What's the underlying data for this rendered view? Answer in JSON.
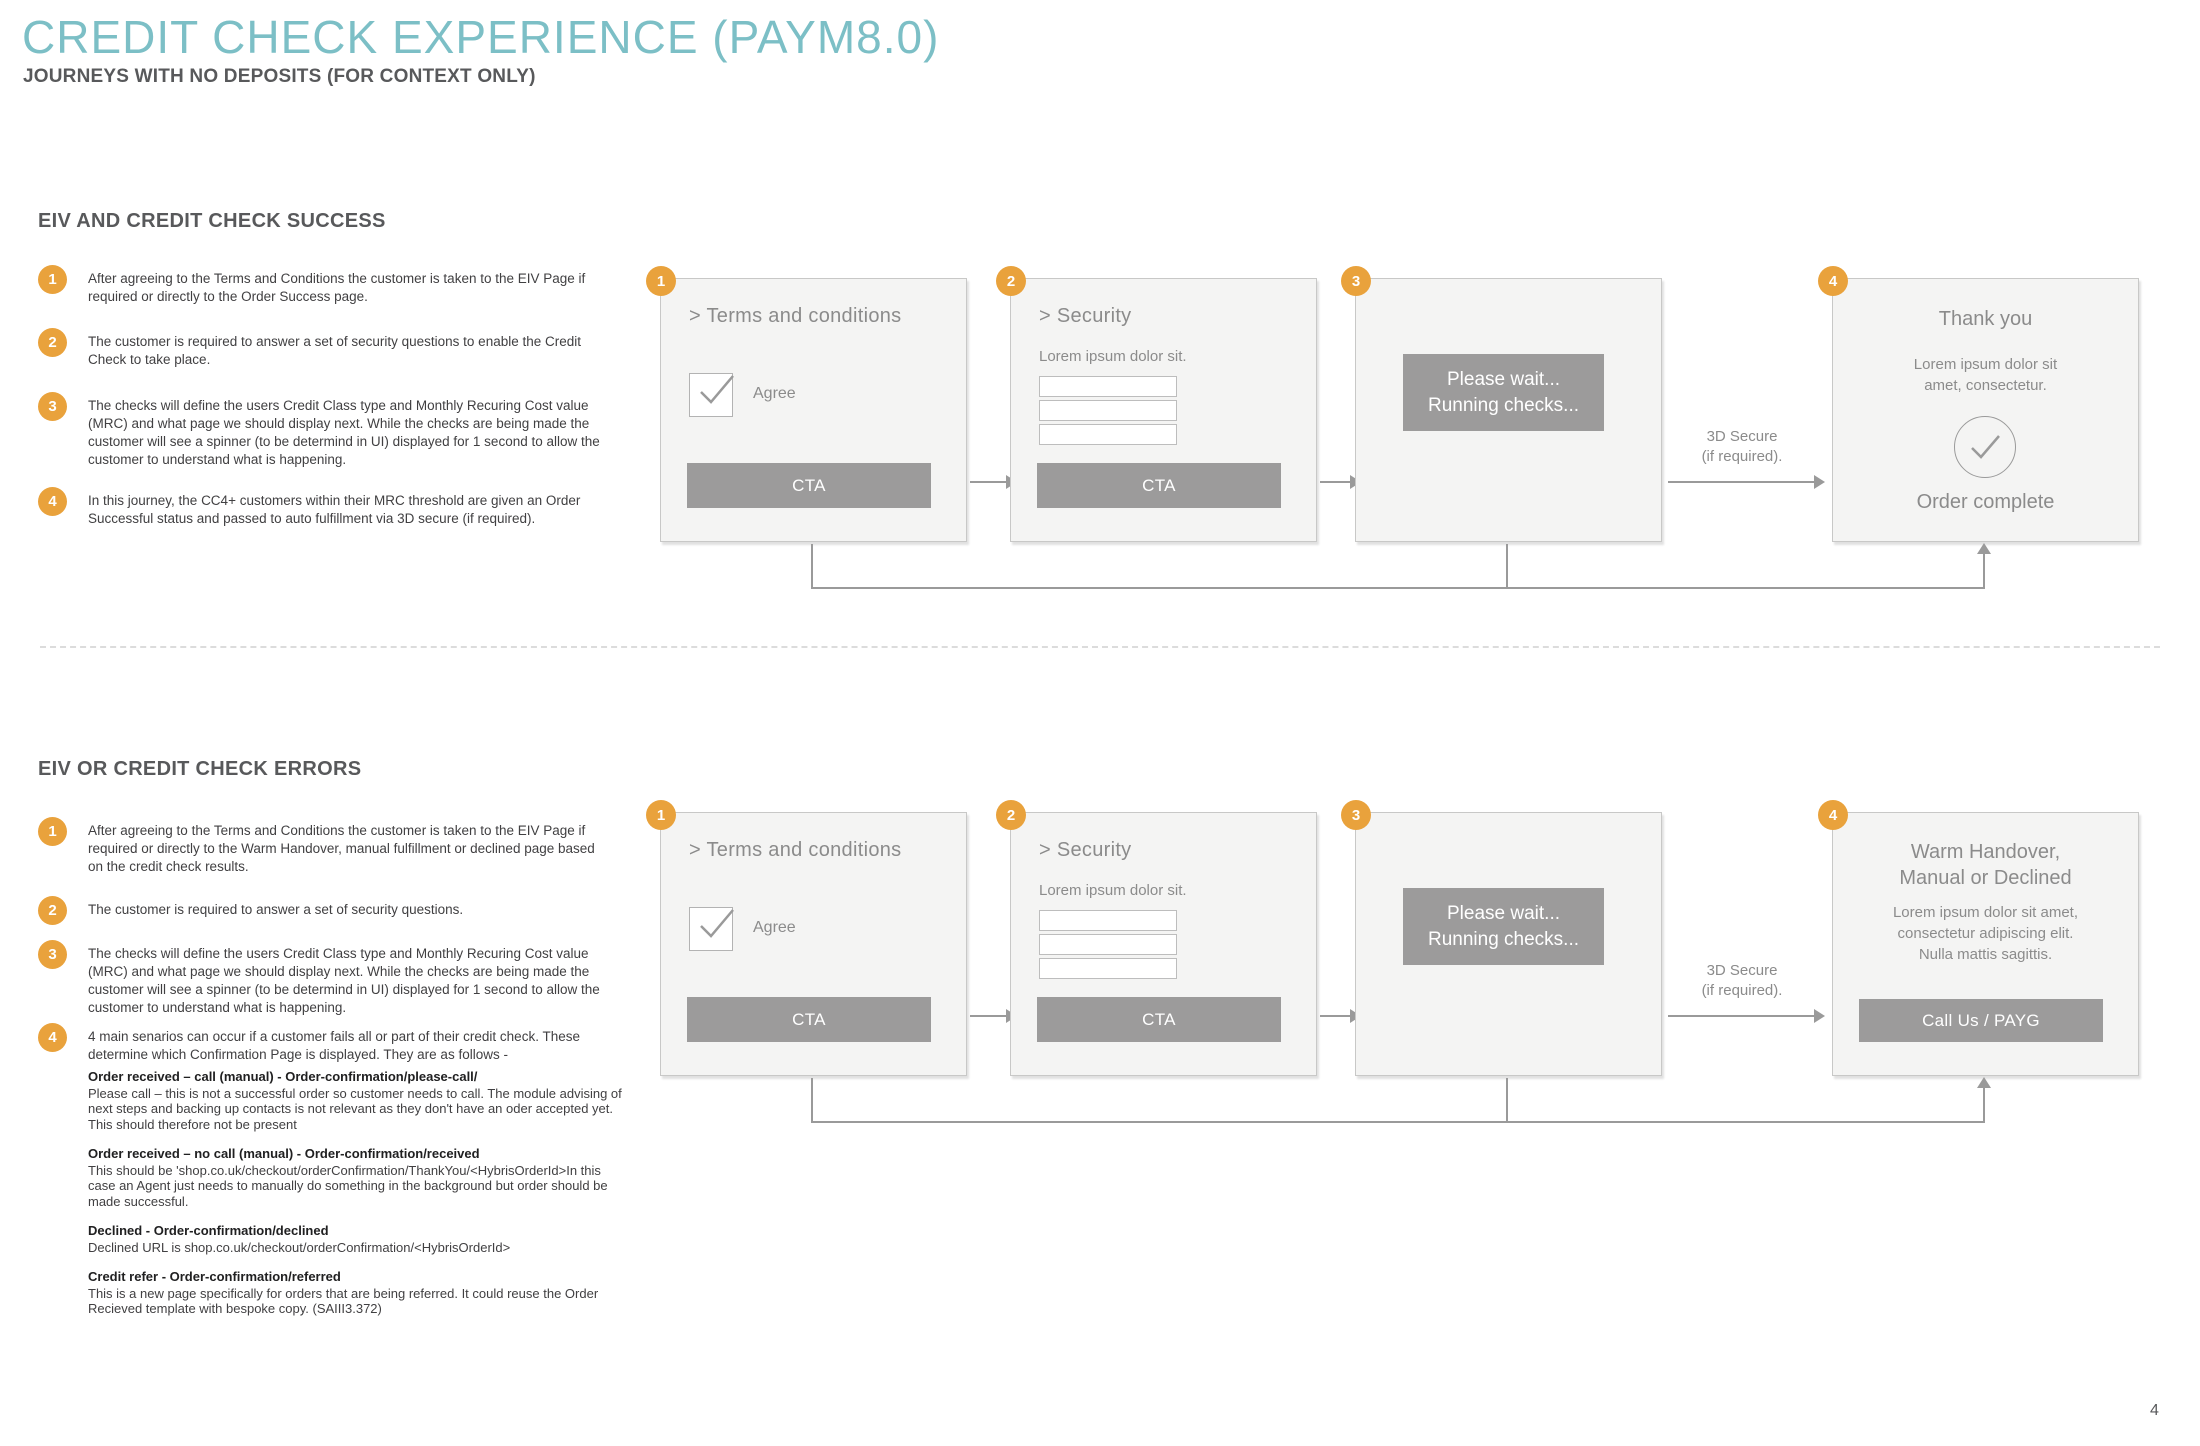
{
  "header": {
    "title": "CREDIT CHECK EXPERIENCE (PAYM8.0)",
    "subtitle": "JOURNEYS WITH NO DEPOSITS (FOR CONTEXT ONLY)"
  },
  "footer": {
    "page_number": "4"
  },
  "colors": {
    "accent_teal": "#7cbfc6",
    "badge_orange": "#e9a23c",
    "bar_gray": "#9c9b9b",
    "card_bg": "#f4f4f3",
    "heading_gray": "#58595b",
    "body_text": "#414042"
  },
  "sections": [
    {
      "heading": "EIV AND CREDIT CHECK SUCCESS",
      "secure_label": "3D Secure\n(if required).",
      "steps": [
        {
          "num": "1",
          "text": "After agreeing to the Terms and Conditions the customer is taken to the EIV Page if required or directly to the Order Success page."
        },
        {
          "num": "2",
          "text": "The customer is required to answer a set of security questions to enable the Credit Check to take place."
        },
        {
          "num": "3",
          "text": "The checks will define the users Credit Class type and Monthly Recuring Cost value (MRC) and what page we should display next. While the checks are being made the customer will see a spinner (to be determind in UI) displayed for 1 second to allow the customer to understand what is happening."
        },
        {
          "num": "4",
          "text": "In this journey, the CC4+ customers within their MRC threshold are given an Order Successful status and passed to auto fulfillment via 3D secure (if required)."
        }
      ],
      "screens": {
        "terms": {
          "badge": "1",
          "title": "> Terms and conditions",
          "agree": "Agree",
          "cta": "CTA"
        },
        "security": {
          "badge": "2",
          "title": "> Security",
          "intro": "Lorem ipsum dolor sit.",
          "cta": "CTA"
        },
        "checks": {
          "badge": "3",
          "wait": "Please wait...\nRunning checks..."
        },
        "result": {
          "badge": "4",
          "title": "Thank you",
          "body": "Lorem ipsum dolor sit\namet, consectetur.",
          "status": "Order complete"
        }
      }
    },
    {
      "heading": "EIV OR CREDIT CHECK ERRORS",
      "secure_label": "3D Secure\n(if required).",
      "steps": [
        {
          "num": "1",
          "text": "After agreeing to the Terms and Conditions the customer is taken to the EIV Page if required or directly to the Warm Handover, manual fulfillment or declined page based on the credit check results."
        },
        {
          "num": "2",
          "text": "The customer is required to answer a set of security questions."
        },
        {
          "num": "3",
          "text": "The checks will define the users Credit Class type and Monthly Recuring Cost value (MRC) and what page we should display next. While the checks are being made the customer will see a spinner (to be determind in UI) displayed for 1 second to allow the customer to understand what is happening."
        },
        {
          "num": "4",
          "text": "4 main senarios can occur if a customer fails all or part of their credit check. These determine which Confirmation Page is displayed. They are as follows -"
        }
      ],
      "notes": [
        {
          "title": "Order received – call (manual) - Order-confirmation/please-call/",
          "body": "Please call – this is not a successful order so customer needs to call. The module advising of next steps and backing up contacts is not relevant as they don't have an oder accepted yet. This should therefore not be present"
        },
        {
          "title": "Order received – no call (manual) - Order-confirmation/received",
          "body": "This should be 'shop.co.uk/checkout/orderConfirmation/ThankYou/<HybrisOrderId>In this case an Agent just needs to manually do something in the background but order should be made successful."
        },
        {
          "title": "Declined - Order-confirmation/declined",
          "body": "Declined URL is shop.co.uk/checkout/orderConfirmation/<HybrisOrderId>"
        },
        {
          "title": "Credit refer - Order-confirmation/referred",
          "body": "This is a new page specifically for orders that are being referred. It could reuse the Order Recieved template with bespoke copy. (SAIII3.372)"
        }
      ],
      "screens": {
        "terms": {
          "badge": "1",
          "title": "> Terms and conditions",
          "agree": "Agree",
          "cta": "CTA"
        },
        "security": {
          "badge": "2",
          "title": "> Security",
          "intro": "Lorem ipsum dolor sit.",
          "cta": "CTA"
        },
        "checks": {
          "badge": "3",
          "wait": "Please wait...\nRunning checks..."
        },
        "result": {
          "badge": "4",
          "title": "Warm Handover,\nManual or Declined",
          "body": "Lorem ipsum dolor sit amet,\nconsectetur adipiscing elit.\nNulla mattis sagittis.",
          "cta": "Call Us / PAYG"
        }
      }
    }
  ]
}
